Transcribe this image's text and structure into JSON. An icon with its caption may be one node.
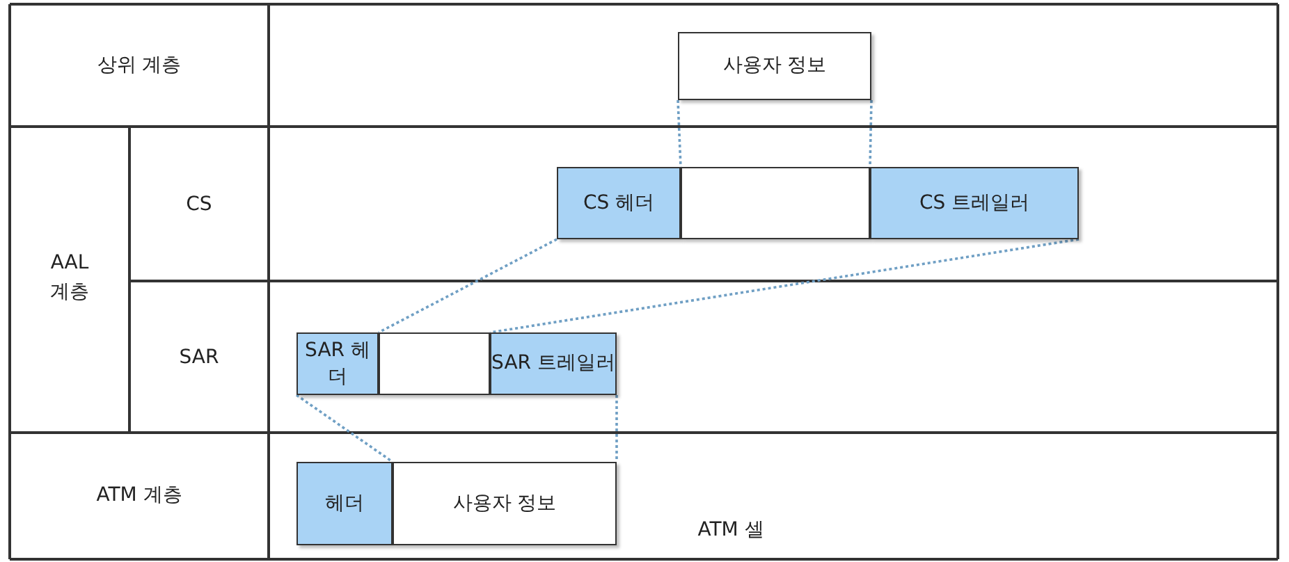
{
  "diagram": {
    "nodes": [
      {
        "text": [
          "사용자 정보"
        ]
      },
      {
        "text": [
          "CS 헤더"
        ]
      },
      {
        "text": [],
        "shape": "box"
      },
      {
        "text": [
          "CS 트레일러"
        ]
      },
      {
        "text": [
          "SAR 헤더"
        ]
      },
      {
        "text": [],
        "shape": "box"
      },
      {
        "text": [
          "SAR 트레일러"
        ]
      },
      {
        "text": [
          "헤더"
        ]
      },
      {
        "text": [
          "사용자 정보"
        ]
      }
    ],
    "edges": [
      {
        "from": 0,
        "to": 2,
        "arrow": "none",
        "style": "dashed"
      },
      {
        "from": 0,
        "to": 2,
        "arrow": "none",
        "style": "dashed"
      },
      {
        "from": 1,
        "to": 5,
        "arrow": "none",
        "style": "dashed"
      },
      {
        "from": 3,
        "to": 5,
        "arrow": "none",
        "style": "dashed"
      },
      {
        "from": 4,
        "to": 8,
        "arrow": "none",
        "style": "dashed"
      },
      {
        "from": 6,
        "to": 8,
        "arrow": "none",
        "style": "dashed"
      }
    ],
    "labels": [
      "상위 계층",
      "CS",
      "AAL 계층",
      "SAR",
      "ATM 계층",
      "ATM 셀"
    ]
  }
}
